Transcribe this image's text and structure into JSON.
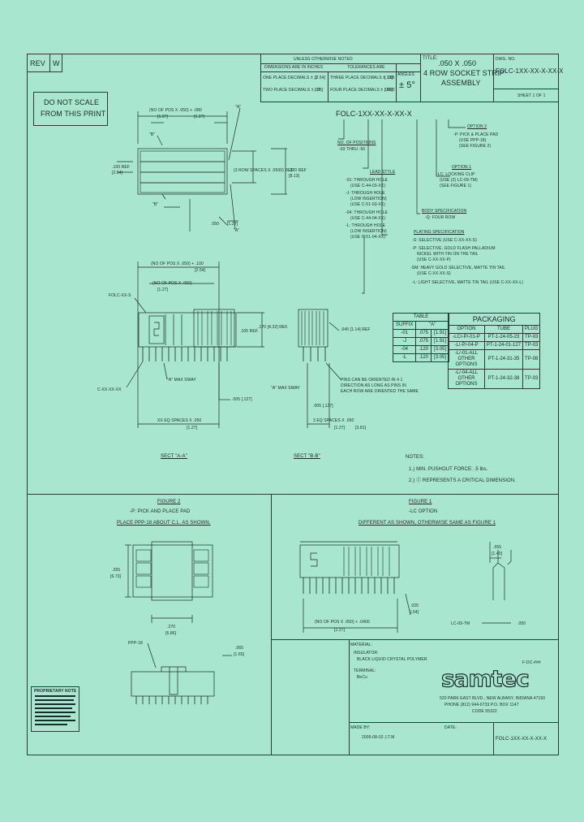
{
  "rev": {
    "label": "REV",
    "value": "W"
  },
  "title_block": {
    "unless": "UNLESS OTHERWISE NOTED",
    "dims_in": "DIMENSIONS ARE IN INCHES",
    "tolerances": "TOLERANCES ARE",
    "one_place": "ONE PLACE DECIMALS ± .1",
    "one_place_mm": "[2.54]",
    "two_place": "TWO PLACE DECIMALS ± .01",
    "two_place_mm": "[.25]",
    "three_place": "THREE PLACE DECIMALS ± .005",
    "three_place_mm": "[.13]",
    "four_place": "FOUR PLACE DECIMALS ± .0020",
    "four_place_mm": "[.05]",
    "angles_label": "ANGLES",
    "angles_value": "± 5°",
    "title_label": "TITLE:",
    "title_line1": ".050 X .050",
    "title_line2": "4 ROW SOCKET STRIP",
    "title_line3": "ASSEMBLY",
    "dwg_label": "DWG. NO.",
    "dwg_no": "FOLC-1XX-XX-X-XX-X",
    "sheet": "SHEET 1 OF 1"
  },
  "do_not_scale": [
    "DO NOT SCALE",
    "FROM THIS PRINT"
  ],
  "part_number": {
    "code": "FOLC-1XX-XX-X-XX-X",
    "positions_title": "NO. OF POSITIONS",
    "positions_range": "-03 THRU -50",
    "lead_style_title": "LEAD STYLE",
    "lead_styles": [
      "-01: THROUGH HOLE",
      "(USE C-44-03-XX)",
      "-J: THROUGH HOLE",
      "(LOW INSERTION)",
      "(USE C-51-03-XX)",
      "-04: THROUGH HOLE",
      "(USE C-44-04-XX)",
      "-L: THROUGH HOLE",
      "(LOW INSERTION)",
      "(USE C-51-04-XX)"
    ],
    "plating_title": "PLATING SPECIFICATION",
    "plating": [
      "-S: SELECTIVE (USE C-XX-XX-S)",
      "-P: SELECTIVE, GOLD FLASH PALLADIUM",
      "NICKEL WITH TIN ON THE TAIL",
      "(USE C-XX-XX-P)",
      "-SM: HEAVY GOLD SELECTIVE, MATTE TIN TAIL",
      "(USE C-XX-XX-S)",
      "-L: LIGHT SELECTIVE, MATTE TIN TAIL (USE C-XX-XX-L)"
    ],
    "body_title": "BODY SPECIFICATION",
    "body": "-Q: FOUR ROW",
    "option1_title": "OPTION 1",
    "option1": [
      "-LC: LOCKING CLIP",
      "(USE (2) LC-09-TM)",
      "(SEE FIGURE 1)"
    ],
    "option2_title": "OPTION 2",
    "option2": [
      "-P: PICK & PLACE PAD",
      "(USE PPP-18)",
      "(SEE FIGURE 2)"
    ]
  },
  "table": {
    "title": "TABLE",
    "headers": [
      "SUFFIX",
      "\"A\""
    ],
    "rows": [
      [
        "-01",
        ".075",
        "[1.91]"
      ],
      [
        "-J",
        ".075",
        "[1.91]"
      ],
      [
        "-04",
        ".120",
        "[3.05]"
      ],
      [
        "-L",
        ".120",
        "[3.05]"
      ]
    ]
  },
  "packaging": {
    "title": "PACKAGING",
    "headers": [
      "OPTION",
      "TUBE",
      "PLUG"
    ],
    "rows": [
      [
        "-LC/-P/-01-P",
        "PT-1-24-05-23",
        "TP-03"
      ],
      [
        "-L/-P/-04-P",
        "PT-1-24-01-127",
        "TP-03"
      ],
      [
        "-L/-01-ALL OTHER OPTIONS",
        "PT-1-24-31-35",
        "TP-08"
      ],
      [
        "-L/-04-ALL OTHER OPTIONS",
        "PT-1-24-32-38",
        "TP-03"
      ]
    ]
  },
  "top_view": {
    "dim_positions": "(NO OF POS X .050) + .080",
    "dim_positions_mm": "[1.27]",
    "dim_127": "[1.27]",
    "dim_100": ".100 REF",
    "dim_100_mm": "[2.54]",
    "dim_spaces": "(3 ROW SPACES X .0500) REF",
    "dim_320": ".320 REF",
    "dim_320_mm": "[8.13]",
    "label_b1": "\"B\"",
    "label_b2": "\"B\"",
    "label_a1": "\"A\"",
    "label_a2": "\"A\"",
    "dim_050": ".050",
    "dim_050_mm": "[1.27]"
  },
  "sect_a": {
    "title": "SECT \"A-A\"",
    "part": "FOLC-XX-S",
    "pin": "C-XX-XX-XX",
    "dim_top": "(NO OF POS X .050) + .100",
    "dim_top_mm": "[2.54]",
    "dim_mid": "(NO OF POS X .050)",
    "dim_mid_mm": "[1.27]",
    "dim_105": ".105 REF.",
    "dim_170": ".170 [4.32] REF.",
    "dim_a": "\"A\" MAX SWAY",
    "dim_005": ".005 [.127]",
    "dim_spaces": "XX EQ SPACES X .050",
    "dim_spaces_mm": "[1.27]"
  },
  "sect_b": {
    "title": "SECT \"B-B\"",
    "dim_ref": ".045 [1.14] REF",
    "dim_max": "\"A\" MAX SWAY",
    "dim_005": ".005 [.127]",
    "dim_spaces": "3 EQ SPACES X .050",
    "dim_spaces_mm": "[1.27]",
    "dim_spaces_mm2": "[3.81]",
    "note": [
      "PINS CAN BE ORIENTED IN 4 1",
      "DIRECTION AS LONG AS PINS IN",
      "EACH ROW ARE ORIENTED THE SAME"
    ]
  },
  "notes": {
    "title": "NOTES:",
    "items": [
      "1.) MIN. PUSHOUT FORCE: .5 lbs.",
      "2.) ⓒ REPRESENTS A CRITICAL DIMENSION."
    ]
  },
  "figure2": {
    "title": "FIGURE 2",
    "line1": "-P: PICK AND PLACE PAD",
    "line2": "PLACE PPP-18 ABOUT C.L. AS SHOWN.",
    "dim_265": ".265",
    "dim_265_mm": "[6.73]",
    "dim_270": ".270",
    "dim_270_mm": "[6.86]",
    "dim_065": ".065",
    "dim_065_mm": "[1.65]",
    "ppp": "PPP-18"
  },
  "figure1": {
    "title": "FIGURE 1",
    "line1": "-LC OPTION",
    "line2": "DIFFERENT AS SHOWN, OTHERWISE SAME AS FIGURE 1",
    "dim_055": ".055",
    "dim_055_mm": "[1.40]",
    "dim_025": ".025",
    "dim_025_mm": "[.64]",
    "dim_bottom": "(NO OF POS X .050) + .0400",
    "dim_bottom_mm": "[1.27]",
    "lc": "LC-09-TM",
    "dim_050": ".050"
  },
  "material": {
    "title": "MATERIAL:",
    "insulator": "INSULATOR:",
    "insulator_val": "BLACK LIQUID CRYSTAL POLYMER",
    "terminal": "TERMINAL:",
    "terminal_val": "BeCu",
    "made_by": "MADE BY:",
    "date": "DATE:",
    "proprietary": "PROPRIETARY NOTE"
  },
  "company": {
    "logo": "samtec",
    "address": "520 PARK EAST BLVD., NEW ALBANY, INDIANA 47150",
    "phone": "PHONE (812) 944-6733   P.O. BOX 1147",
    "code": "CODE 55322",
    "footer_dwg": "FOLC-1XX-XX-X-XX-X",
    "footer_code": "2005-08-02 J.T.M",
    "file": "F-DC-###"
  }
}
